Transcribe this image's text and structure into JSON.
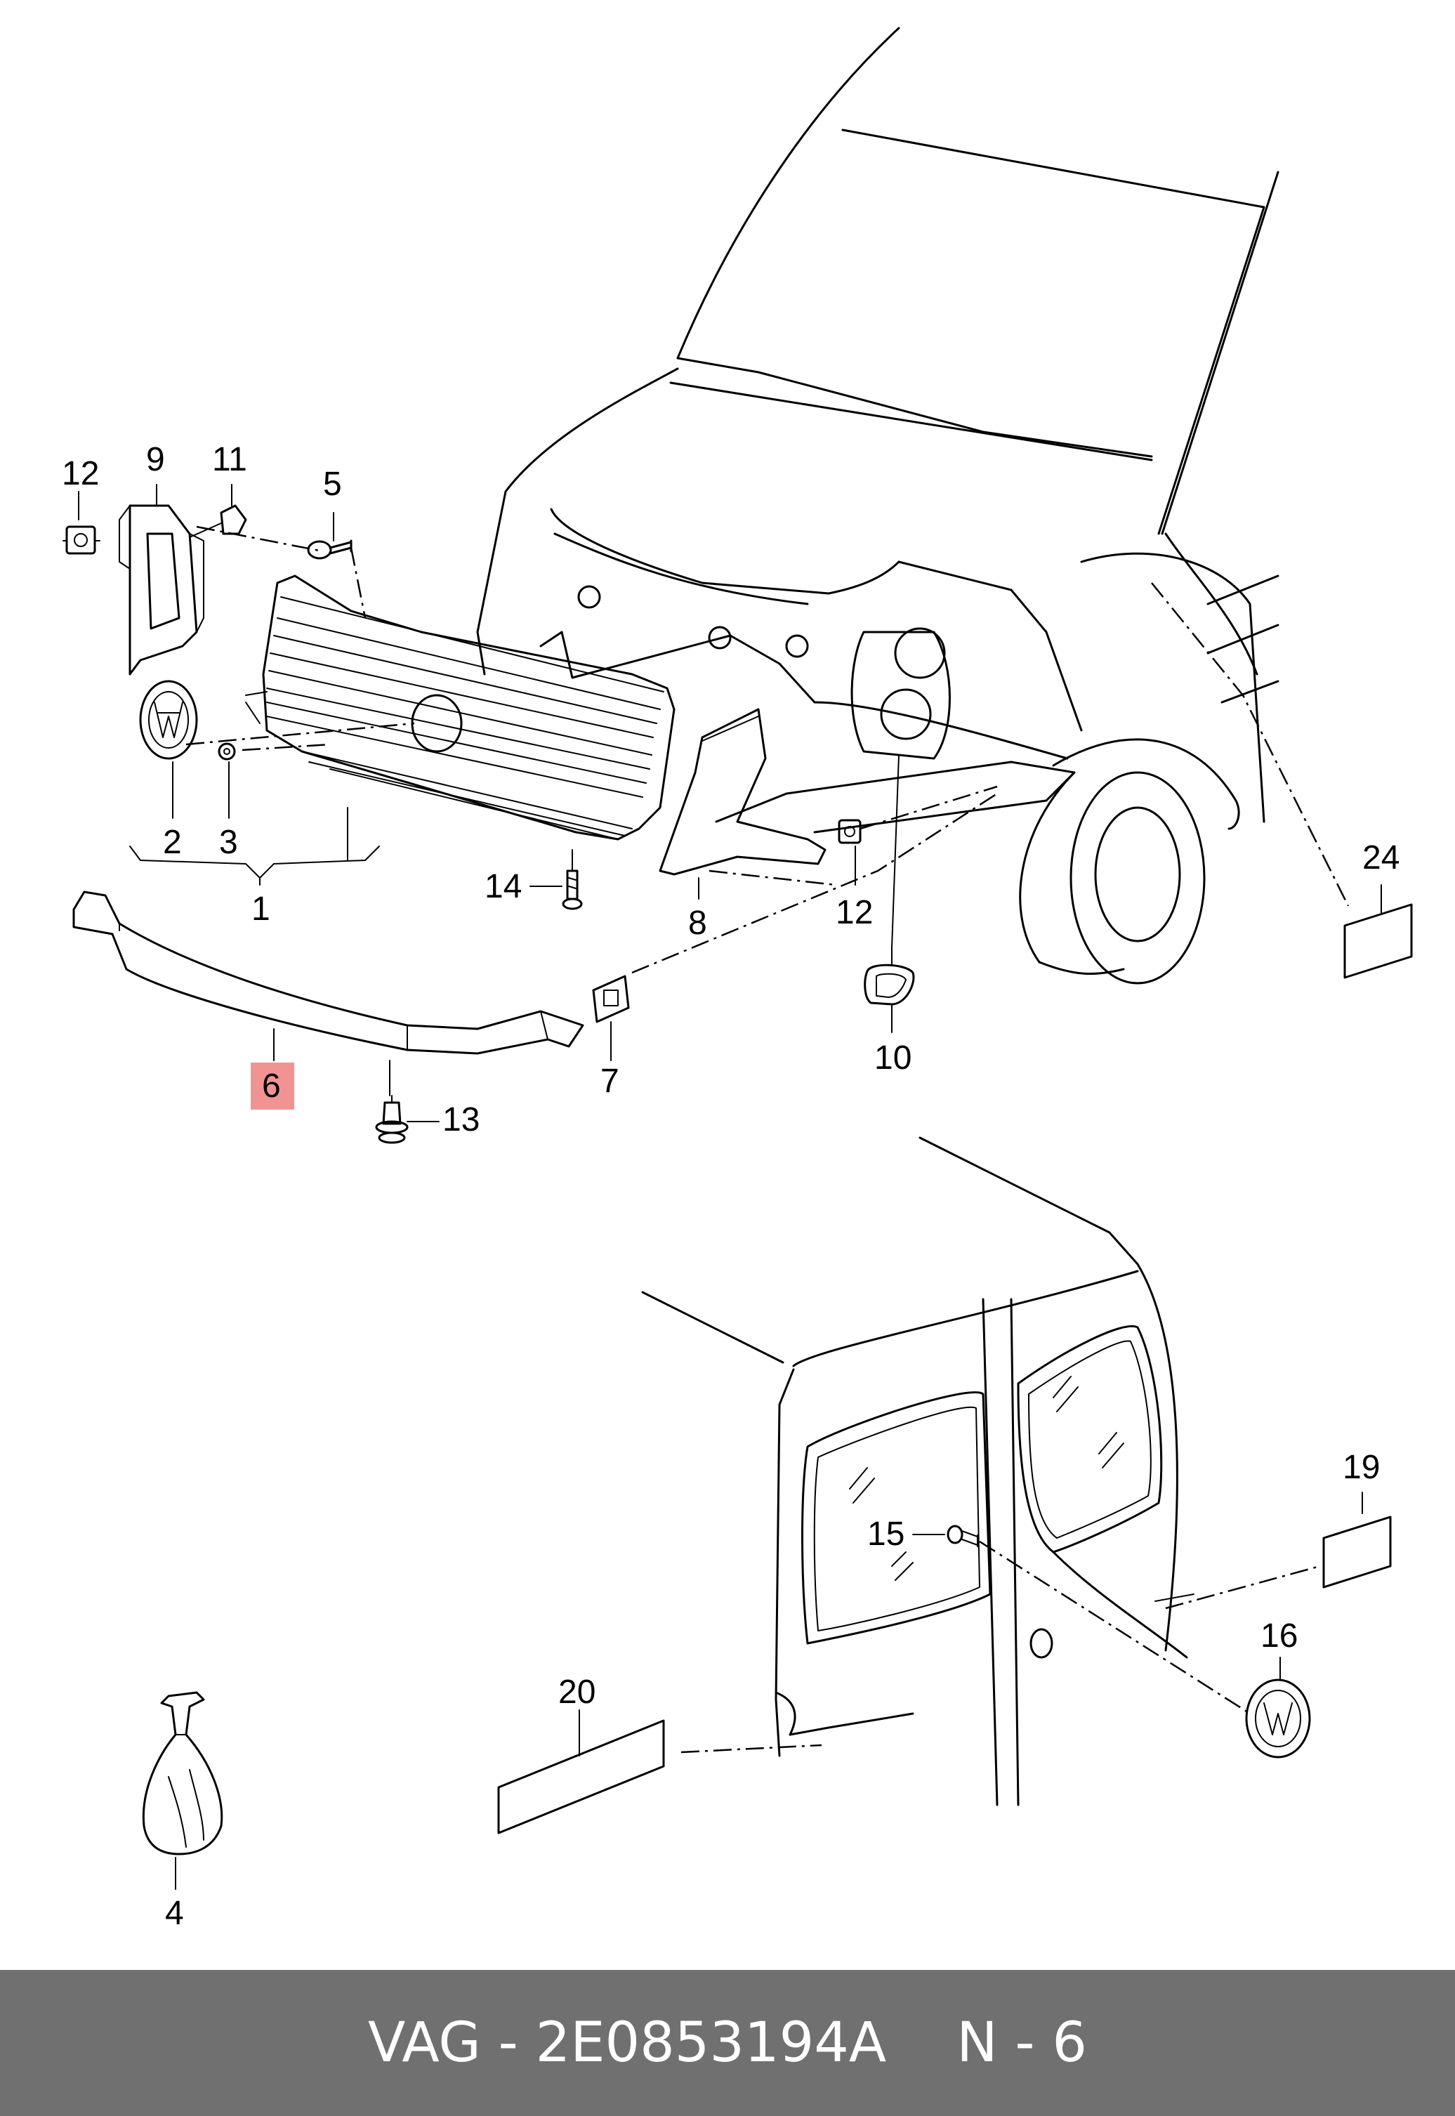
{
  "diagram": {
    "callouts": [
      "1",
      "2",
      "3",
      "4",
      "5",
      "6",
      "7",
      "8",
      "9",
      "10",
      "11",
      "12",
      "12",
      "13",
      "14",
      "15",
      "16",
      "19",
      "20",
      "24"
    ],
    "highlighted_callout": "6",
    "highlight_color": "#f08080"
  },
  "footer": {
    "part_number": "VAG - 2E0853194A",
    "position": "N - 6",
    "background": "#707070"
  }
}
